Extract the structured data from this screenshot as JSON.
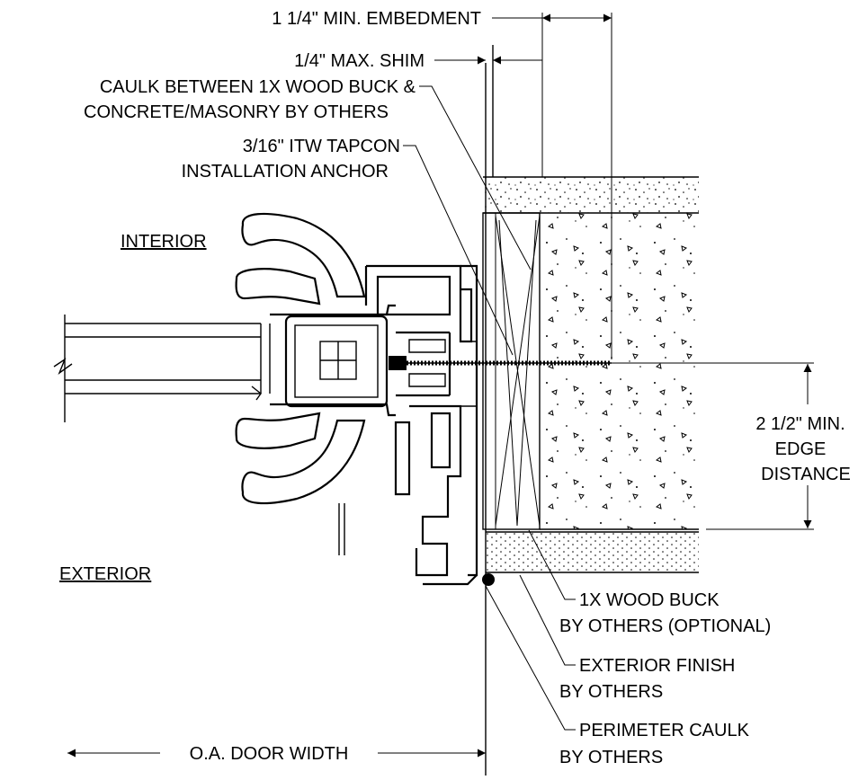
{
  "labels": {
    "embedment": "1 1/4\" MIN. EMBEDMENT",
    "shim": "1/4\" MAX. SHIM",
    "caulk_line1": "CAULK BETWEEN 1X WOOD BUCK &",
    "caulk_line2": "CONCRETE/MASONRY BY OTHERS",
    "anchor_line1": "3/16\" ITW TAPCON",
    "anchor_line2": "INSTALLATION ANCHOR",
    "interior": "INTERIOR",
    "exterior": "EXTERIOR",
    "edge_line1": "2 1/2\" MIN.",
    "edge_line2": "EDGE",
    "edge_line3": "DISTANCE",
    "buck_line1": "1X WOOD BUCK",
    "buck_line2": "BY OTHERS (OPTIONAL)",
    "finish_line1": "EXTERIOR FINISH",
    "finish_line2": "BY OTHERS",
    "perimeter_line1": "PERIMETER CAULK",
    "perimeter_line2": "BY OTHERS",
    "door_width": "O.A. DOOR WIDTH"
  },
  "colors": {
    "line": "#000000",
    "background": "#ffffff"
  }
}
